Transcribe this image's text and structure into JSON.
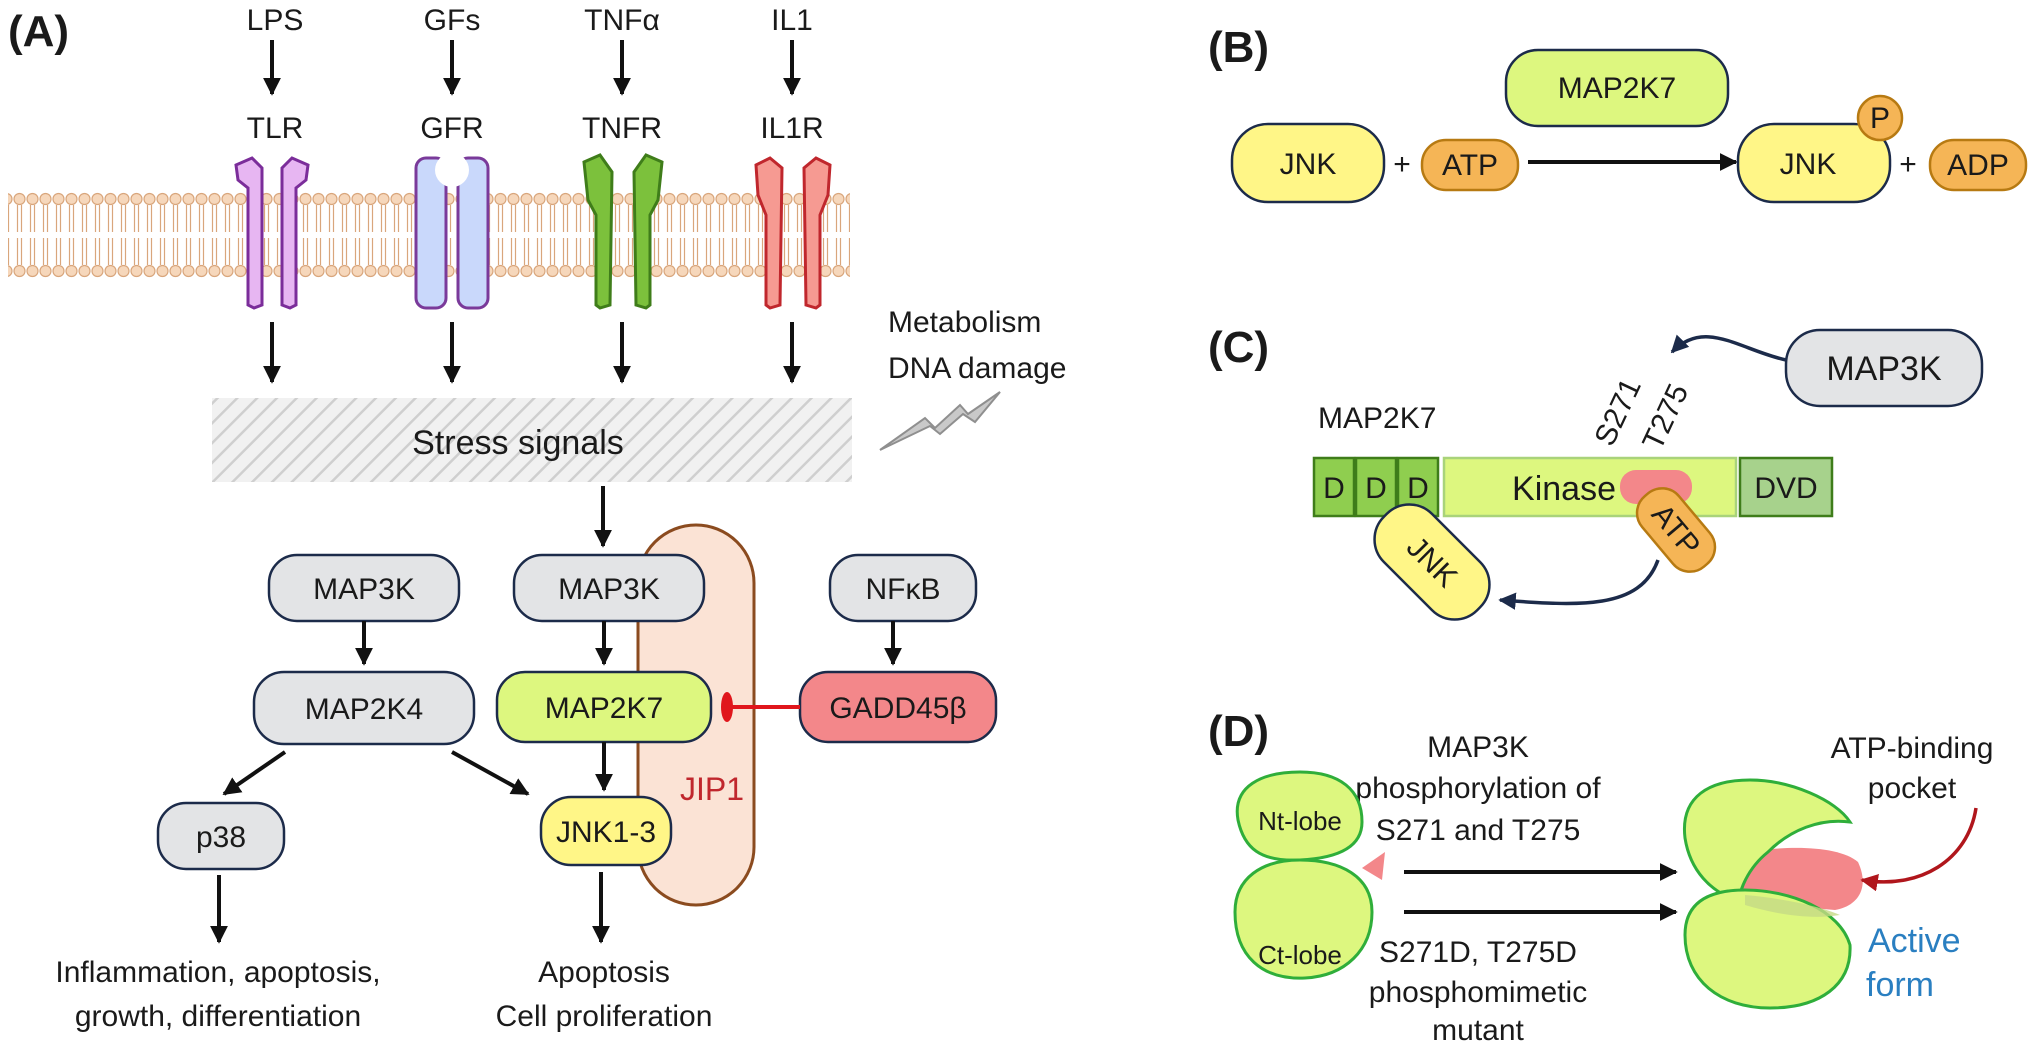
{
  "panel_labels": {
    "a": "(A)",
    "b": "(B)",
    "c": "(C)",
    "d": "(D)"
  },
  "panel_a": {
    "ligands": [
      "LPS",
      "GFs",
      "TNFα",
      "IL1"
    ],
    "receptors": [
      "TLR",
      "GFR",
      "TNFR",
      "IL1R"
    ],
    "metabolism": "Metabolism",
    "dna_damage": "DNA damage",
    "stress": "Stress signals",
    "map3k_left": "MAP3K",
    "map2k4": "MAP2K4",
    "p38": "p38",
    "map3k_right": "MAP3K",
    "map2k7": "MAP2K7",
    "jnk13": "JNK1-3",
    "jip1": "JIP1",
    "nfkb": "NFκB",
    "gadd": "GADD45β",
    "out_left_1": "Inflammation, apoptosis,",
    "out_left_2": "growth, differentiation",
    "out_right_1": "Apoptosis",
    "out_right_2": "Cell proliferation"
  },
  "panel_b": {
    "map2k7": "MAP2K7",
    "jnk": "JNK",
    "plus": "+",
    "atp": "ATP",
    "jnk2": "JNK",
    "p": "P",
    "plus2": "+",
    "adp": "ADP"
  },
  "panel_c": {
    "map3k": "MAP3K",
    "map2k7": "MAP2K7",
    "s271": "S271",
    "t275": "T275",
    "domains": [
      "D",
      "D",
      "D"
    ],
    "kinase": "Kinase",
    "dvd": "DVD",
    "jnk": "JNK",
    "atp": "ATP"
  },
  "panel_d": {
    "top_1": "MAP3K",
    "top_2": "phosphorylation of",
    "top_3": "S271 and T275",
    "bot_1": "S271D, T275D",
    "bot_2": "phosphomimetic",
    "bot_3": "mutant",
    "nt_lobe": "Nt-lobe",
    "ct_lobe": "Ct-lobe",
    "pocket_1": "ATP-binding",
    "pocket_2": "pocket",
    "active_1": "Active",
    "active_2": "form"
  },
  "colors": {
    "lime": "#ddf77f",
    "yellow": "#fff687",
    "orange": "#f5b556",
    "grey": "#e3e4e6",
    "red": "#f3878a",
    "blue_text": "#2a7fc1",
    "jip1_red": "#c0272d"
  }
}
